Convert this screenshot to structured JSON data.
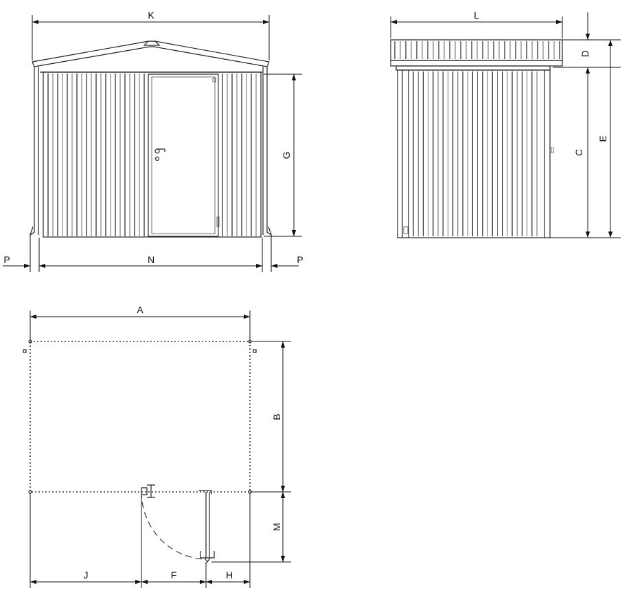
{
  "colors": {
    "ink": "#222222",
    "background": "#ffffff"
  },
  "labels": {
    "K": "K",
    "L": "L",
    "D": "D",
    "E": "E",
    "C": "C",
    "G": "G",
    "N": "N",
    "P_left": "P",
    "P_right": "P",
    "A": "A",
    "B": "B",
    "M": "M",
    "J": "J",
    "F": "F",
    "H": "H"
  }
}
